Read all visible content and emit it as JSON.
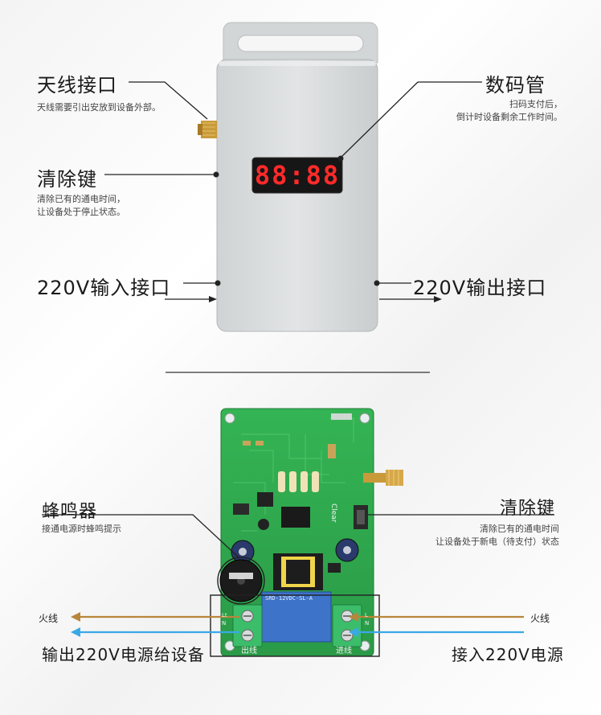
{
  "top": {
    "antenna": {
      "title": "天线接口",
      "desc": "天线需要引出安放到设备外部。"
    },
    "display": {
      "title": "数码管",
      "desc_lines": [
        "扫码支付后，",
        "倒计时设备剩余工作时间。"
      ],
      "readout": "88:88"
    },
    "clear_key": {
      "title": "清除键",
      "desc_lines": [
        "清除已有的通电时间，",
        "让设备处于停止状态。"
      ]
    },
    "input_port": {
      "title": "220V输入接口"
    },
    "output_port": {
      "title": "220V输出接口"
    }
  },
  "bottom": {
    "buzzer": {
      "title": "蜂鸣器",
      "desc": "接通电源时蜂鸣提示"
    },
    "clear_key": {
      "title": "清除键",
      "desc_lines": [
        "清除已有的通电时间",
        "让设备处于新电（待支付）状态"
      ]
    },
    "live_wire_left": "火线",
    "live_wire_right": "火线",
    "output_label": "输出220V电源给设备",
    "input_label": "接入220V电源",
    "board": {
      "relay_text": "SRD-12VDC-SL-A",
      "clear_label": "Clear",
      "out_label": "出线",
      "in_label": "进线",
      "ln_left": "Lt N",
      "ln_right": "L N"
    }
  },
  "colors": {
    "live": "#b8863a",
    "neutral": "#3aa8e6",
    "pcb": "#2fa84f",
    "case": "#d8dbdc"
  }
}
